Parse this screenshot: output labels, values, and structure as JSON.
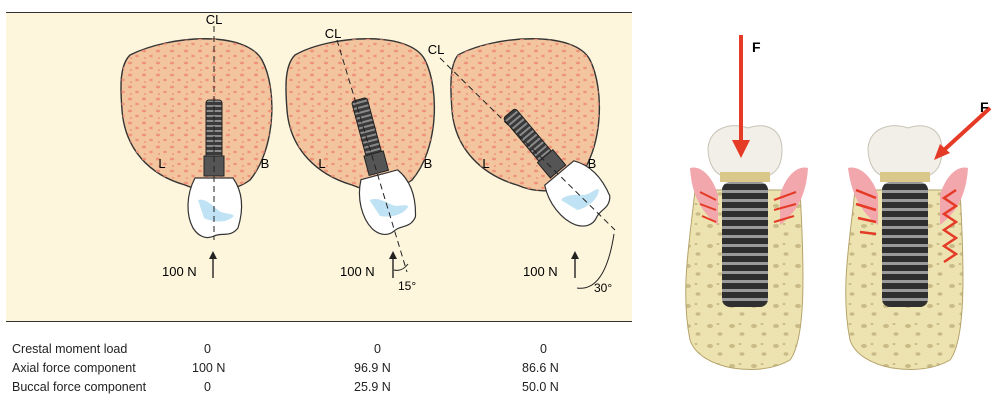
{
  "diagram": {
    "centerline_label": "CL",
    "lingual_label": "L",
    "buccal_label": "B",
    "force_labels": [
      "100 N",
      "100 N",
      "100 N"
    ],
    "angle_labels": [
      "15°",
      "30°"
    ],
    "right_force_label": "F",
    "colors": {
      "panel_bg": "#fdf6dd",
      "bone_fill": "#f2c59e",
      "bone_spots": "#ef8f77",
      "crown_blue": "#bfe2f4",
      "force_red": "#e53a25",
      "bone_yellow": "#ece3b0",
      "gum_pink": "#f2a7ad",
      "implant_gray": "#555555"
    }
  },
  "table": {
    "rows": [
      {
        "label": "Crestal moment load",
        "values": [
          "0",
          "0",
          "0"
        ]
      },
      {
        "label": "Axial force component",
        "values": [
          "100 N",
          "96.9 N",
          "86.6 N"
        ]
      },
      {
        "label": "Buccal force component",
        "values": [
          "0",
          "25.9 N",
          "50.0 N"
        ]
      }
    ]
  }
}
